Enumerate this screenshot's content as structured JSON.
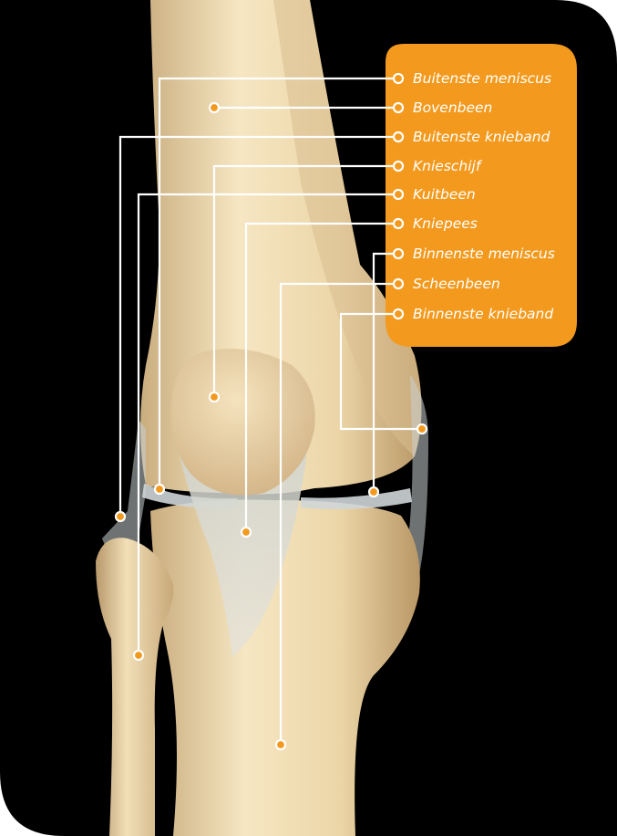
{
  "colors": {
    "background": "#000000",
    "label_box": "#f39a1e",
    "leader_line": "#ffffff",
    "marker": "#f39a1e",
    "bone": "#f0dcb0",
    "cartilage": "#d9ddd8"
  },
  "labels": [
    {
      "id": "buitenste-meniscus",
      "text": "Buitenste meniscus"
    },
    {
      "id": "bovenbeen",
      "text": "Bovenbeen"
    },
    {
      "id": "buitenste-knieband",
      "text": "Buitenste knieband"
    },
    {
      "id": "knieschijf",
      "text": "Knieschijf"
    },
    {
      "id": "kuitbeen",
      "text": "Kuitbeen"
    },
    {
      "id": "kniepees",
      "text": "Kniepees"
    },
    {
      "id": "binnenste-meniscus",
      "text": "Binnenste meniscus"
    },
    {
      "id": "scheenbeen",
      "text": "Scheenbeen"
    },
    {
      "id": "binnenste-knieband",
      "text": "Binnenste knieband"
    }
  ]
}
